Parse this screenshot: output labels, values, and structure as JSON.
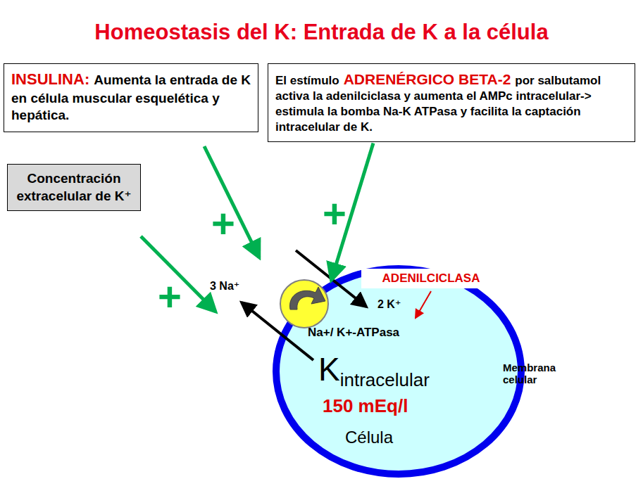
{
  "diagram": {
    "title": "Homeostasis del K: Entrada de K a la célula",
    "nodes": [
      {
        "text": [
          "INSULINA:",
          "Aumenta la entrada de K en célula muscular esquelética y hepática."
        ]
      },
      {
        "text": [
          "El estímulo",
          "ADRENÉRGICO BETA-2",
          "por salbutamol activa la adenilciclasa y aumenta el AMPc intracelular-> estimula la bomba Na-K ATPasa y facilita la captación intracelular de K."
        ]
      },
      {
        "text": [
          "Concentración extracelular de K⁺"
        ]
      },
      {
        "text": [
          "K",
          "intracelular",
          "150 mEq/l",
          "Célula"
        ]
      },
      {
        "text": [
          "ADENILCICLASA"
        ]
      }
    ],
    "edges": [
      {
        "from": 1,
        "to": 3,
        "arrow": "to"
      }
    ],
    "labels": [
      "+",
      "+",
      "+",
      "3 Na⁺",
      "2 K⁺",
      "Na+/ K+-ATPasa",
      "Membrana celular"
    ]
  }
}
